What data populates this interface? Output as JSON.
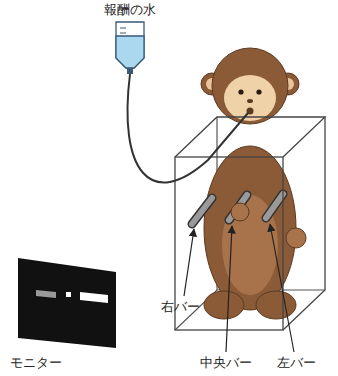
{
  "diagram": {
    "labels": [
      "報酬の水",
      "右バー",
      "中央バー",
      "左バー",
      "モニター"
    ]
  }
}
